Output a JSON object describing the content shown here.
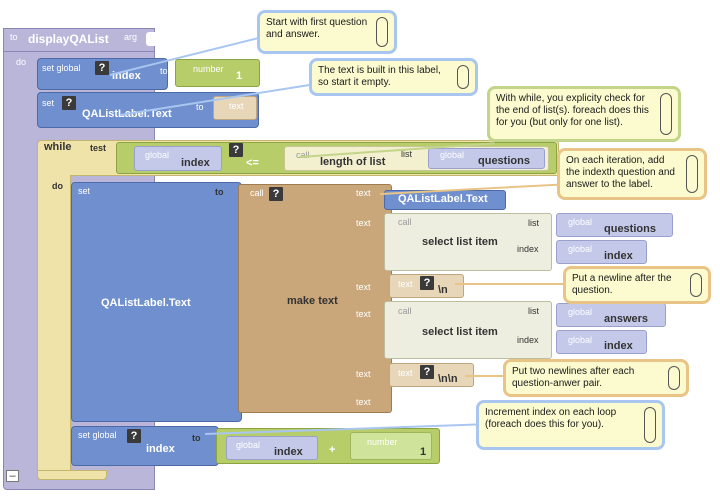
{
  "procedure": {
    "to_label": "to",
    "name": "displayQAList",
    "arg_label": "arg",
    "do_label": "do",
    "collapse_label": "–"
  },
  "help_icon": "?",
  "set_global_index": {
    "set_label": "set global",
    "var": "index",
    "to_label": "to",
    "number_label": "number",
    "number_value": "1"
  },
  "set_label_text": {
    "set_label": "set",
    "component": "QAListLabel.Text",
    "to_label": "to",
    "text_label": "text"
  },
  "while_block": {
    "while_label": "while",
    "test_label": "test",
    "do_label": "do",
    "global_label": "global",
    "var": "index",
    "op": "<=",
    "call_label": "call",
    "func": "length of list",
    "list_label": "list",
    "list_var": "questions"
  },
  "inner_set": {
    "set_label": "set",
    "component": "QAListLabel.Text",
    "to_label": "to",
    "call_label": "call",
    "make_text": "make text",
    "text_slot": "text",
    "getter_component": "QAListLabel.Text",
    "select1": {
      "call_label": "call",
      "name": "select list item",
      "list_label": "list",
      "index_label": "index",
      "global_label": "global",
      "list_var": "questions",
      "index_var": "index"
    },
    "newline": {
      "text_label": "text",
      "value": "\\n"
    },
    "select2": {
      "call_label": "call",
      "name": "select list item",
      "list_label": "list",
      "index_label": "index",
      "global_label": "global",
      "list_var": "answers",
      "index_var": "index"
    },
    "double_newline": {
      "text_label": "text",
      "value": "\\n\\n"
    }
  },
  "increment": {
    "set_label": "set global",
    "var": "index",
    "to_label": "to",
    "global_label": "global",
    "get_var": "index",
    "op": "+",
    "number_label": "number",
    "number_value": "1"
  },
  "comments": {
    "c1": "Start with first question and answer.",
    "c2": "The text is built in this label, so start it empty.",
    "c3": "With while, you explicity check for the end of list(s). foreach does this for you (but only for one list).",
    "c4": "On each iteration, add the indexth question and answer to the label.",
    "c5": "Put a newline after the question.",
    "c6": "Put two newlines after each question-anwer pair.",
    "c7": "Increment index on each loop (foreach does this for you)."
  },
  "colors": {
    "procedure": "#b9b6d9",
    "variable_setter": "#6f8fce",
    "variable_getter": "#c4c9ea",
    "control": "#f0e3a9",
    "math": "#b7cd69",
    "text_join": "#c9a77a",
    "text_literal": "#e7d7b8",
    "list": "#eeeee0",
    "comment_bg": "#fbfbcf"
  }
}
